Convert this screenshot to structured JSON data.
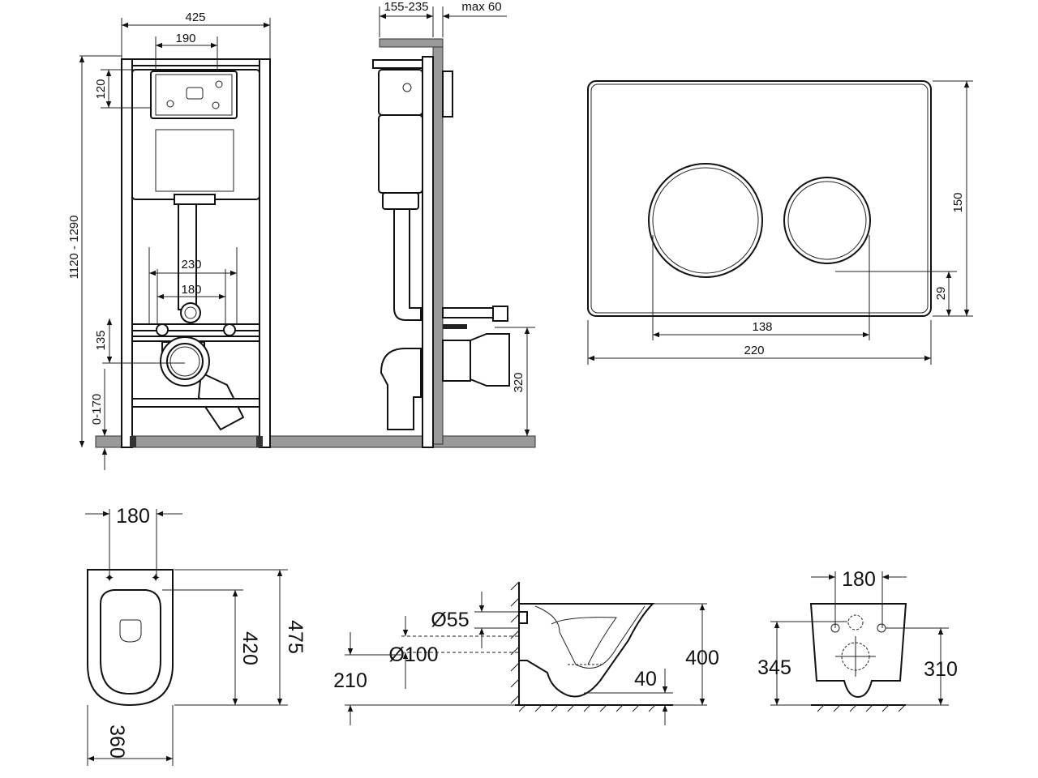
{
  "installation_frame_front": {
    "width_label": "425",
    "plate_opening_label": "190",
    "opening_height_label": "120",
    "height_range_label": "1120 - 1290",
    "stud_spacing_outer_label": "230",
    "stud_spacing_inner_label": "180",
    "drain_offset_label": "135",
    "leg_adjust_label": "0-170"
  },
  "installation_frame_side": {
    "depth_range_label": "155-235",
    "wall_max_label": "max 60",
    "drain_height_label": "320"
  },
  "flush_plate": {
    "height_label": "150",
    "button_offset_label": "29",
    "button_span_label": "138",
    "width_label": "220"
  },
  "bowl_top_view": {
    "fixing_spacing_label": "180",
    "length_label": "475",
    "seat_length_label": "420",
    "width_label": "360"
  },
  "bowl_side_view": {
    "inlet_diameter_label": "Ø55",
    "outlet_diameter_label": "Ø100",
    "outlet_height_label": "210",
    "height_label": "400",
    "water_depth_label": "40"
  },
  "bowl_rear_view": {
    "fixing_spacing_label": "180",
    "height_label": "345",
    "fixing_height_label": "310"
  }
}
